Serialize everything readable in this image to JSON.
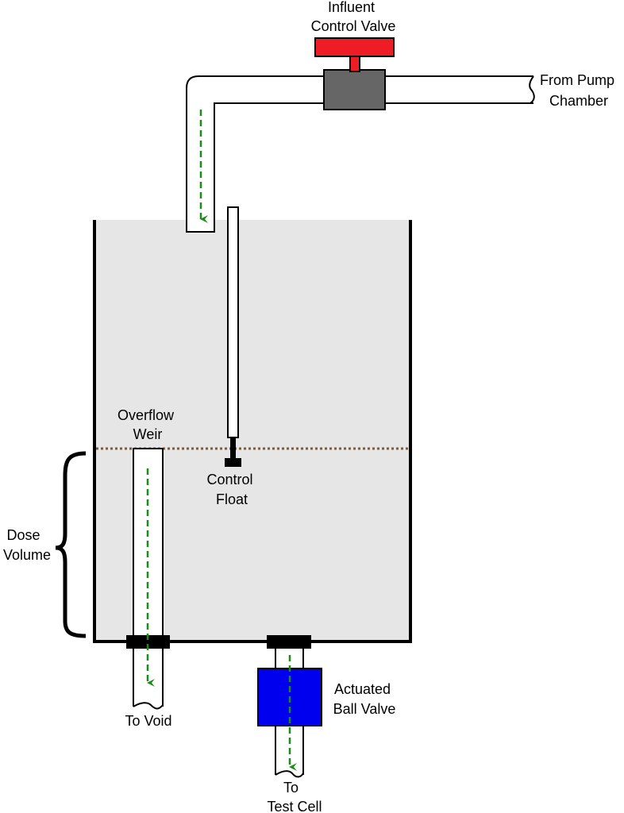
{
  "labels": {
    "influent_valve": [
      "Influent",
      "Control Valve"
    ],
    "from_pump": [
      "From Pump",
      "Chamber"
    ],
    "overflow_weir": [
      "Overflow",
      "Weir"
    ],
    "control_float": [
      "Control",
      "Float"
    ],
    "dose_volume": [
      "Dose",
      "Volume"
    ],
    "to_void": "To Void",
    "ball_valve": [
      "Actuated",
      "Ball Valve"
    ],
    "to_test_cell": [
      "To",
      "Test Cell"
    ]
  },
  "colors": {
    "tank_fill": "#e6e6e6",
    "outline": "#000000",
    "valve_handle": "#ee1c25",
    "valve_body": "#666666",
    "ball_valve": "#0000ee",
    "flow_arrow": "#1a8c1a",
    "water_level": "#8b5a2b"
  }
}
